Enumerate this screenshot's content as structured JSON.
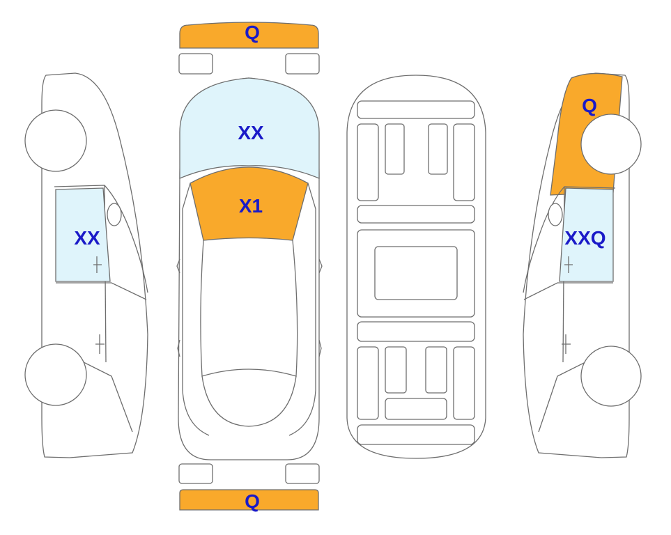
{
  "colors": {
    "orange": "#F9A92B",
    "light_blue": "#DFF4FB",
    "label": "#1A1AC8",
    "outline": "#6E6E6E"
  },
  "labels": {
    "front_bumper": "Q",
    "rear_bumper": "Q",
    "windshield": "XX",
    "hood": "X1",
    "left_front_window": "XX",
    "right_rear_fender": "Q",
    "right_front_window": "XXQ"
  }
}
